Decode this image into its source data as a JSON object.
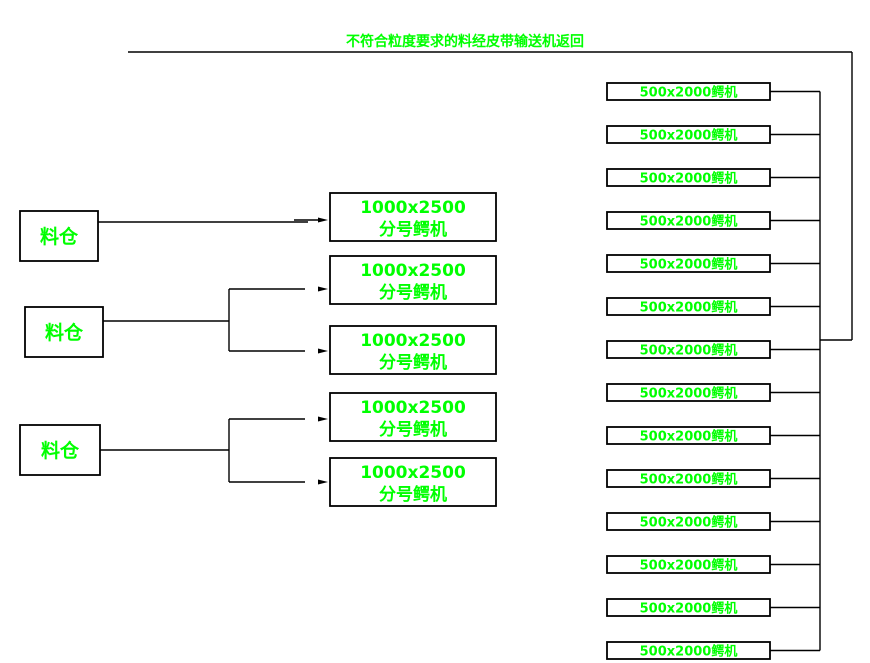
{
  "title": "不符合粒度要求的料经皮带输送机返回",
  "colors": {
    "line": "#000000",
    "label": "#00ff00",
    "background": "#ffffff"
  },
  "bins": [
    {
      "label": "料仓"
    },
    {
      "label": "料仓"
    },
    {
      "label": "料仓"
    }
  ],
  "big_crushers": [
    {
      "line1": "1000x2500",
      "line2": "分号鳄机"
    },
    {
      "line1": "1000x2500",
      "line2": "分号鳄机"
    },
    {
      "line1": "1000x2500",
      "line2": "分号鳄机"
    },
    {
      "line1": "1000x2500",
      "line2": "分号鳄机"
    },
    {
      "line1": "1000x2500",
      "line2": "分号鳄机"
    }
  ],
  "small_crushers": [
    {
      "label": "500x2000鳄机"
    },
    {
      "label": "500x2000鳄机"
    },
    {
      "label": "500x2000鳄机"
    },
    {
      "label": "500x2000鳄机"
    },
    {
      "label": "500x2000鳄机"
    },
    {
      "label": "500x2000鳄机"
    },
    {
      "label": "500x2000鳄机"
    },
    {
      "label": "500x2000鳄机"
    },
    {
      "label": "500x2000鳄机"
    },
    {
      "label": "500x2000鳄机"
    },
    {
      "label": "500x2000鳄机"
    },
    {
      "label": "500x2000鳄机"
    },
    {
      "label": "500x2000鳄机"
    },
    {
      "label": "500x2000鳄机"
    }
  ]
}
